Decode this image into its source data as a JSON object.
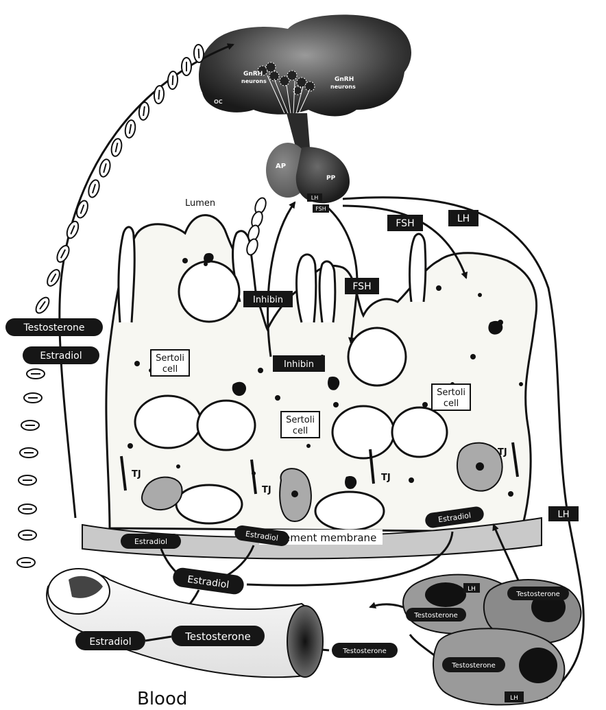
{
  "labels": {
    "gnrh_left": "GnRH",
    "gnrh_left_sub": "neurons",
    "gnrh_right": "GnRH",
    "gnrh_right_sub": "neurons",
    "oc": "OC",
    "ap": "AP",
    "pp": "PP",
    "lumen": "Lumen",
    "pit_lh": "LH",
    "pit_fsh": "FSH",
    "fsh_top": "FSH",
    "lh_top": "LH",
    "fsh_mid": "FSH",
    "inhibin_1": "Inhibin",
    "inhibin_2": "Inhibin",
    "testosterone_left": "Testosterone",
    "estradiol_left": "Estradiol",
    "sertoli_1a": "Sertoli",
    "sertoli_1b": "cell",
    "sertoli_2a": "Sertoli",
    "sertoli_2b": "cell",
    "sertoli_3a": "Sertoli",
    "sertoli_3b": "cell",
    "tj_1": "TJ",
    "tj_2": "TJ",
    "tj_3": "TJ",
    "tj_4": "TJ",
    "estradiol_bm_1": "Estradiol",
    "estradiol_bm_2": "Estradiol",
    "estradiol_bm_3": "Estradiol",
    "basement_membrane": "Basement membrane",
    "estradiol_center": "Estradiol",
    "lh_right": "LH",
    "leydig_lh_1": "LH",
    "leydig_testo_1": "Testosterone",
    "leydig_testo_2": "Testosterone",
    "leydig_testo_3": "Testosterone",
    "testo_blood_arrow": "Testosterone",
    "leydig_lh_2": "LH",
    "blood_estradiol": "Estradiol",
    "blood_testosterone": "Testosterone",
    "blood": "Blood"
  },
  "colors": {
    "pill": "#161616",
    "ink": "#111111",
    "cell_fill": "#f7f7f2",
    "membrane": "#c9c9c9",
    "leydig": "#9a9a9a"
  }
}
